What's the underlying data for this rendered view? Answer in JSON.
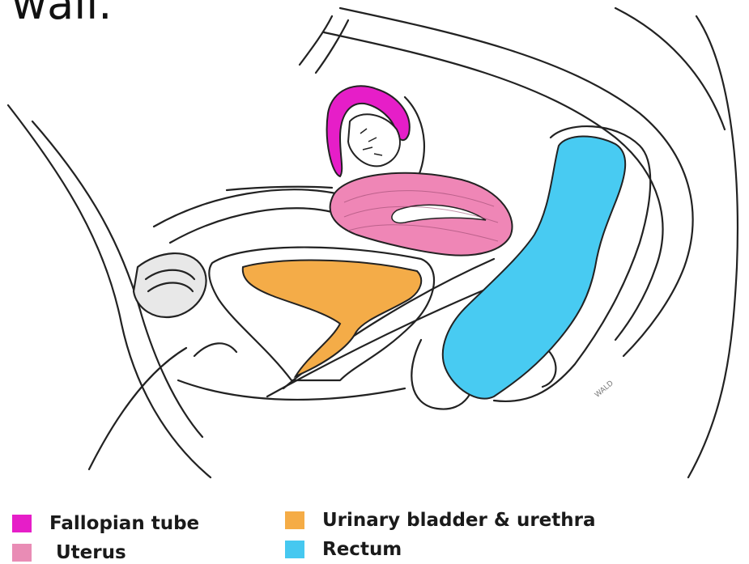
{
  "heading": {
    "fragment": "wall."
  },
  "artist_signature": "WALD",
  "legend": [
    {
      "label": "Fallopian tube",
      "color": "#e61ec8"
    },
    {
      "label": "Uterus",
      "color": "#e98cb5"
    },
    {
      "label": "Urinary bladder & urethra",
      "color": "#f5ac46"
    },
    {
      "label": "Rectum",
      "color": "#46c8f0"
    }
  ],
  "colors": {
    "fallopian_tube": "#e61ec8",
    "uterus": "#ef86b6",
    "bladder": "#f4ac48",
    "rectum": "#48cbf2",
    "outline": "#222222"
  }
}
